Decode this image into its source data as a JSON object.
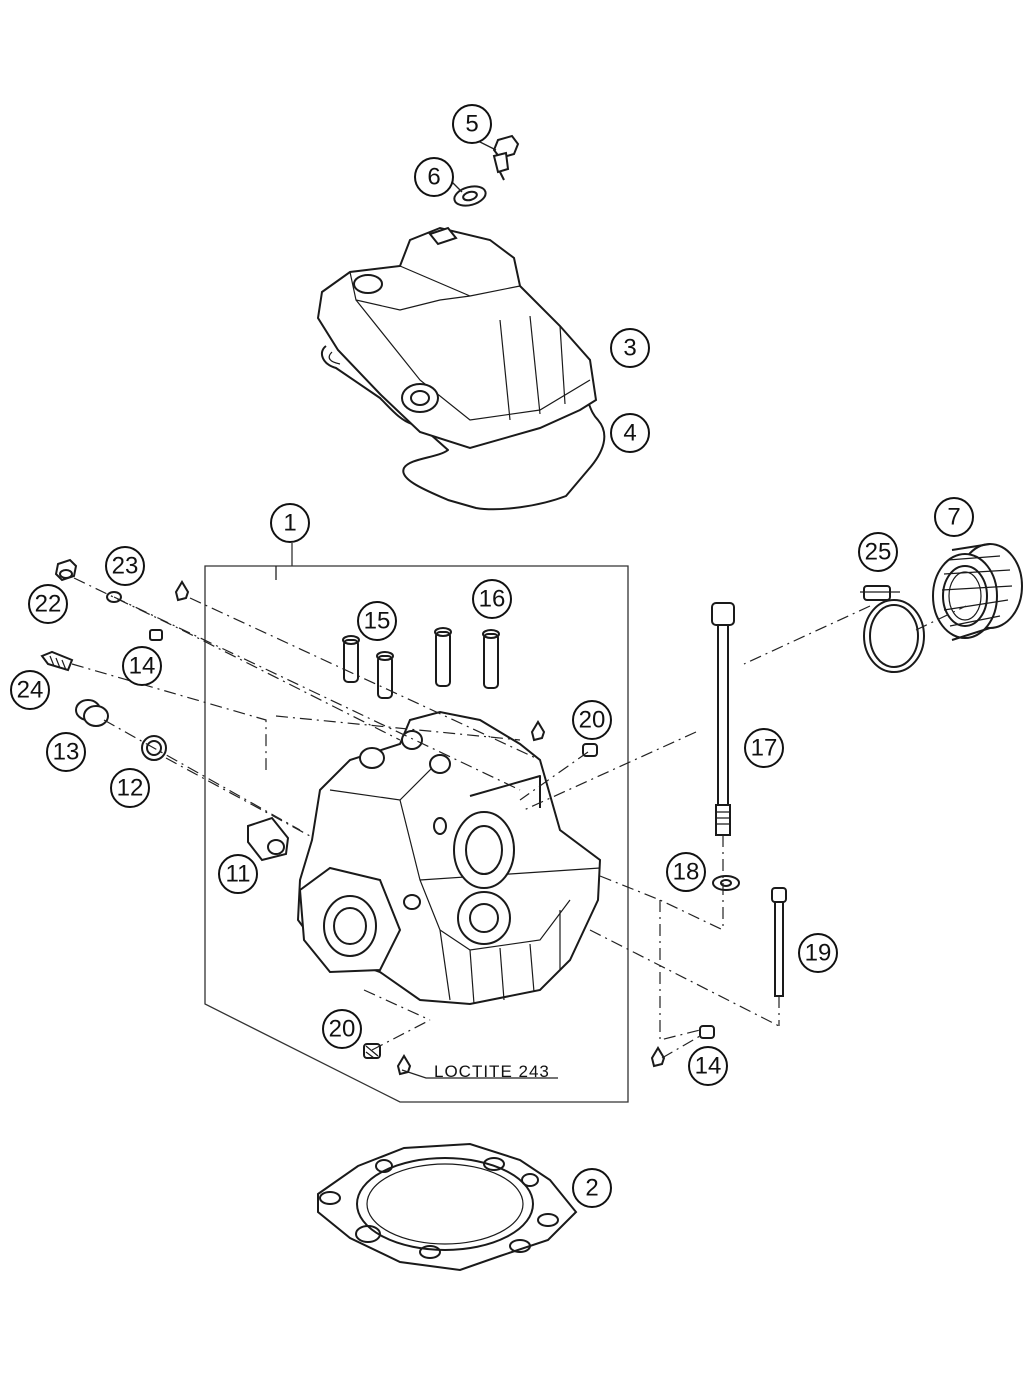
{
  "diagram": {
    "callouts": [
      {
        "id": "c1",
        "label": "1"
      },
      {
        "id": "c2",
        "label": "2"
      },
      {
        "id": "c3",
        "label": "3"
      },
      {
        "id": "c4",
        "label": "4"
      },
      {
        "id": "c5",
        "label": "5"
      },
      {
        "id": "c6",
        "label": "6"
      },
      {
        "id": "c7",
        "label": "7"
      },
      {
        "id": "c11",
        "label": "11"
      },
      {
        "id": "c12",
        "label": "12"
      },
      {
        "id": "c13",
        "label": "13"
      },
      {
        "id": "c14a",
        "label": "14"
      },
      {
        "id": "c14b",
        "label": "14"
      },
      {
        "id": "c15",
        "label": "15"
      },
      {
        "id": "c16",
        "label": "16"
      },
      {
        "id": "c17",
        "label": "17"
      },
      {
        "id": "c18",
        "label": "18"
      },
      {
        "id": "c19",
        "label": "19"
      },
      {
        "id": "c20a",
        "label": "20"
      },
      {
        "id": "c20b",
        "label": "20"
      },
      {
        "id": "c22",
        "label": "22"
      },
      {
        "id": "c23",
        "label": "23"
      },
      {
        "id": "c24",
        "label": "24"
      },
      {
        "id": "c25",
        "label": "25"
      }
    ],
    "note": "LOCTITE 243"
  }
}
